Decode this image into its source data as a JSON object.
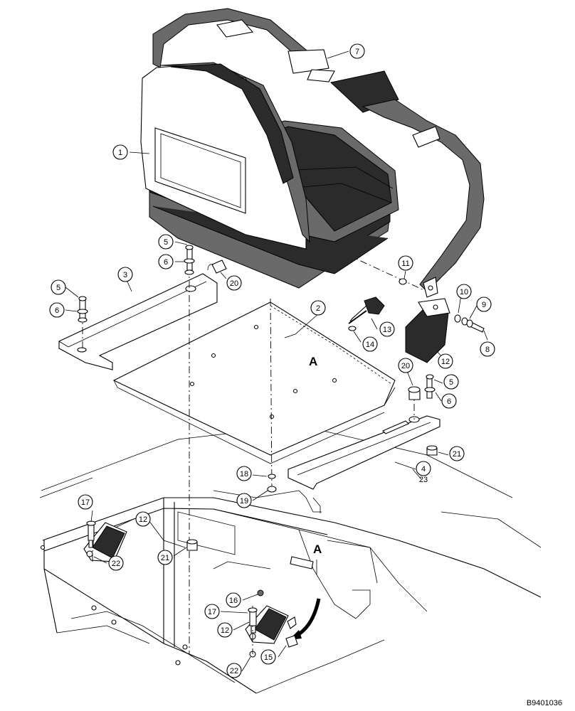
{
  "figure_code": "B9401036",
  "view_labels": [
    {
      "id": "a-upper",
      "text": "A"
    },
    {
      "id": "a-lower",
      "text": "A"
    }
  ],
  "callouts": [
    {
      "id": "c1",
      "num": "1"
    },
    {
      "id": "c2",
      "num": "2"
    },
    {
      "id": "c3",
      "num": "3"
    },
    {
      "id": "c4",
      "num": "4"
    },
    {
      "id": "c5a",
      "num": "5"
    },
    {
      "id": "c5b",
      "num": "5"
    },
    {
      "id": "c5c",
      "num": "5"
    },
    {
      "id": "c6a",
      "num": "6"
    },
    {
      "id": "c6b",
      "num": "6"
    },
    {
      "id": "c6c",
      "num": "6"
    },
    {
      "id": "c7",
      "num": "7"
    },
    {
      "id": "c8",
      "num": "8"
    },
    {
      "id": "c9",
      "num": "9"
    },
    {
      "id": "c10",
      "num": "10"
    },
    {
      "id": "c11",
      "num": "11"
    },
    {
      "id": "c12a",
      "num": "12"
    },
    {
      "id": "c12b",
      "num": "12"
    },
    {
      "id": "c12c",
      "num": "12"
    },
    {
      "id": "c13",
      "num": "13"
    },
    {
      "id": "c14",
      "num": "14"
    },
    {
      "id": "c15",
      "num": "15"
    },
    {
      "id": "c16",
      "num": "16"
    },
    {
      "id": "c17a",
      "num": "17"
    },
    {
      "id": "c17b",
      "num": "17"
    },
    {
      "id": "c18",
      "num": "18"
    },
    {
      "id": "c19",
      "num": "19"
    },
    {
      "id": "c20a",
      "num": "20"
    },
    {
      "id": "c20b",
      "num": "20"
    },
    {
      "id": "c21a",
      "num": "21"
    },
    {
      "id": "c21b",
      "num": "21"
    },
    {
      "id": "c22a",
      "num": "22"
    },
    {
      "id": "c22b",
      "num": "22"
    },
    {
      "id": "c23",
      "num": "23"
    }
  ]
}
